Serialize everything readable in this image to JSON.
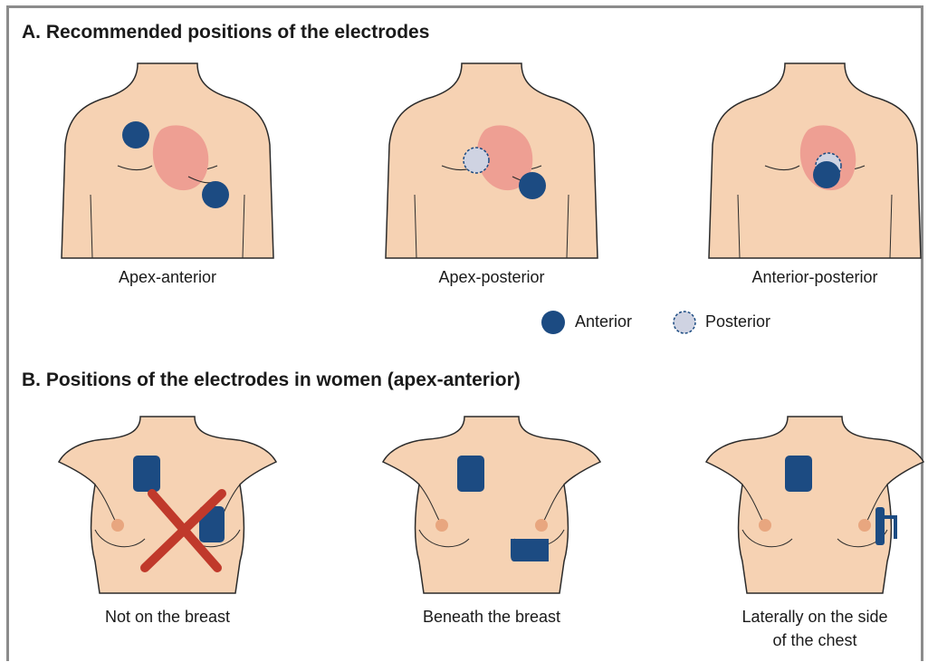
{
  "section_a": {
    "title": "A. Recommended positions of the electrodes",
    "panels": [
      {
        "caption": "Apex-anterior"
      },
      {
        "caption": "Apex-posterior"
      },
      {
        "caption": "Anterior-posterior"
      }
    ],
    "legend": {
      "anterior": "Anterior",
      "posterior": "Posterior"
    }
  },
  "section_b": {
    "title": "B. Positions of the electrodes in women (apex-anterior)",
    "panels": [
      {
        "caption": "Not on the breast"
      },
      {
        "caption": "Beneath the breast"
      },
      {
        "caption_line1": "Laterally on the side",
        "caption_line2": "of the chest"
      }
    ]
  },
  "colors": {
    "skin": "#f6d2b3",
    "heart": "#ee9f93",
    "electrode_anterior": "#1c4b82",
    "electrode_posterior": "#cfd3e2",
    "cross": "#c0392b",
    "nipple": "#e8a67f"
  }
}
